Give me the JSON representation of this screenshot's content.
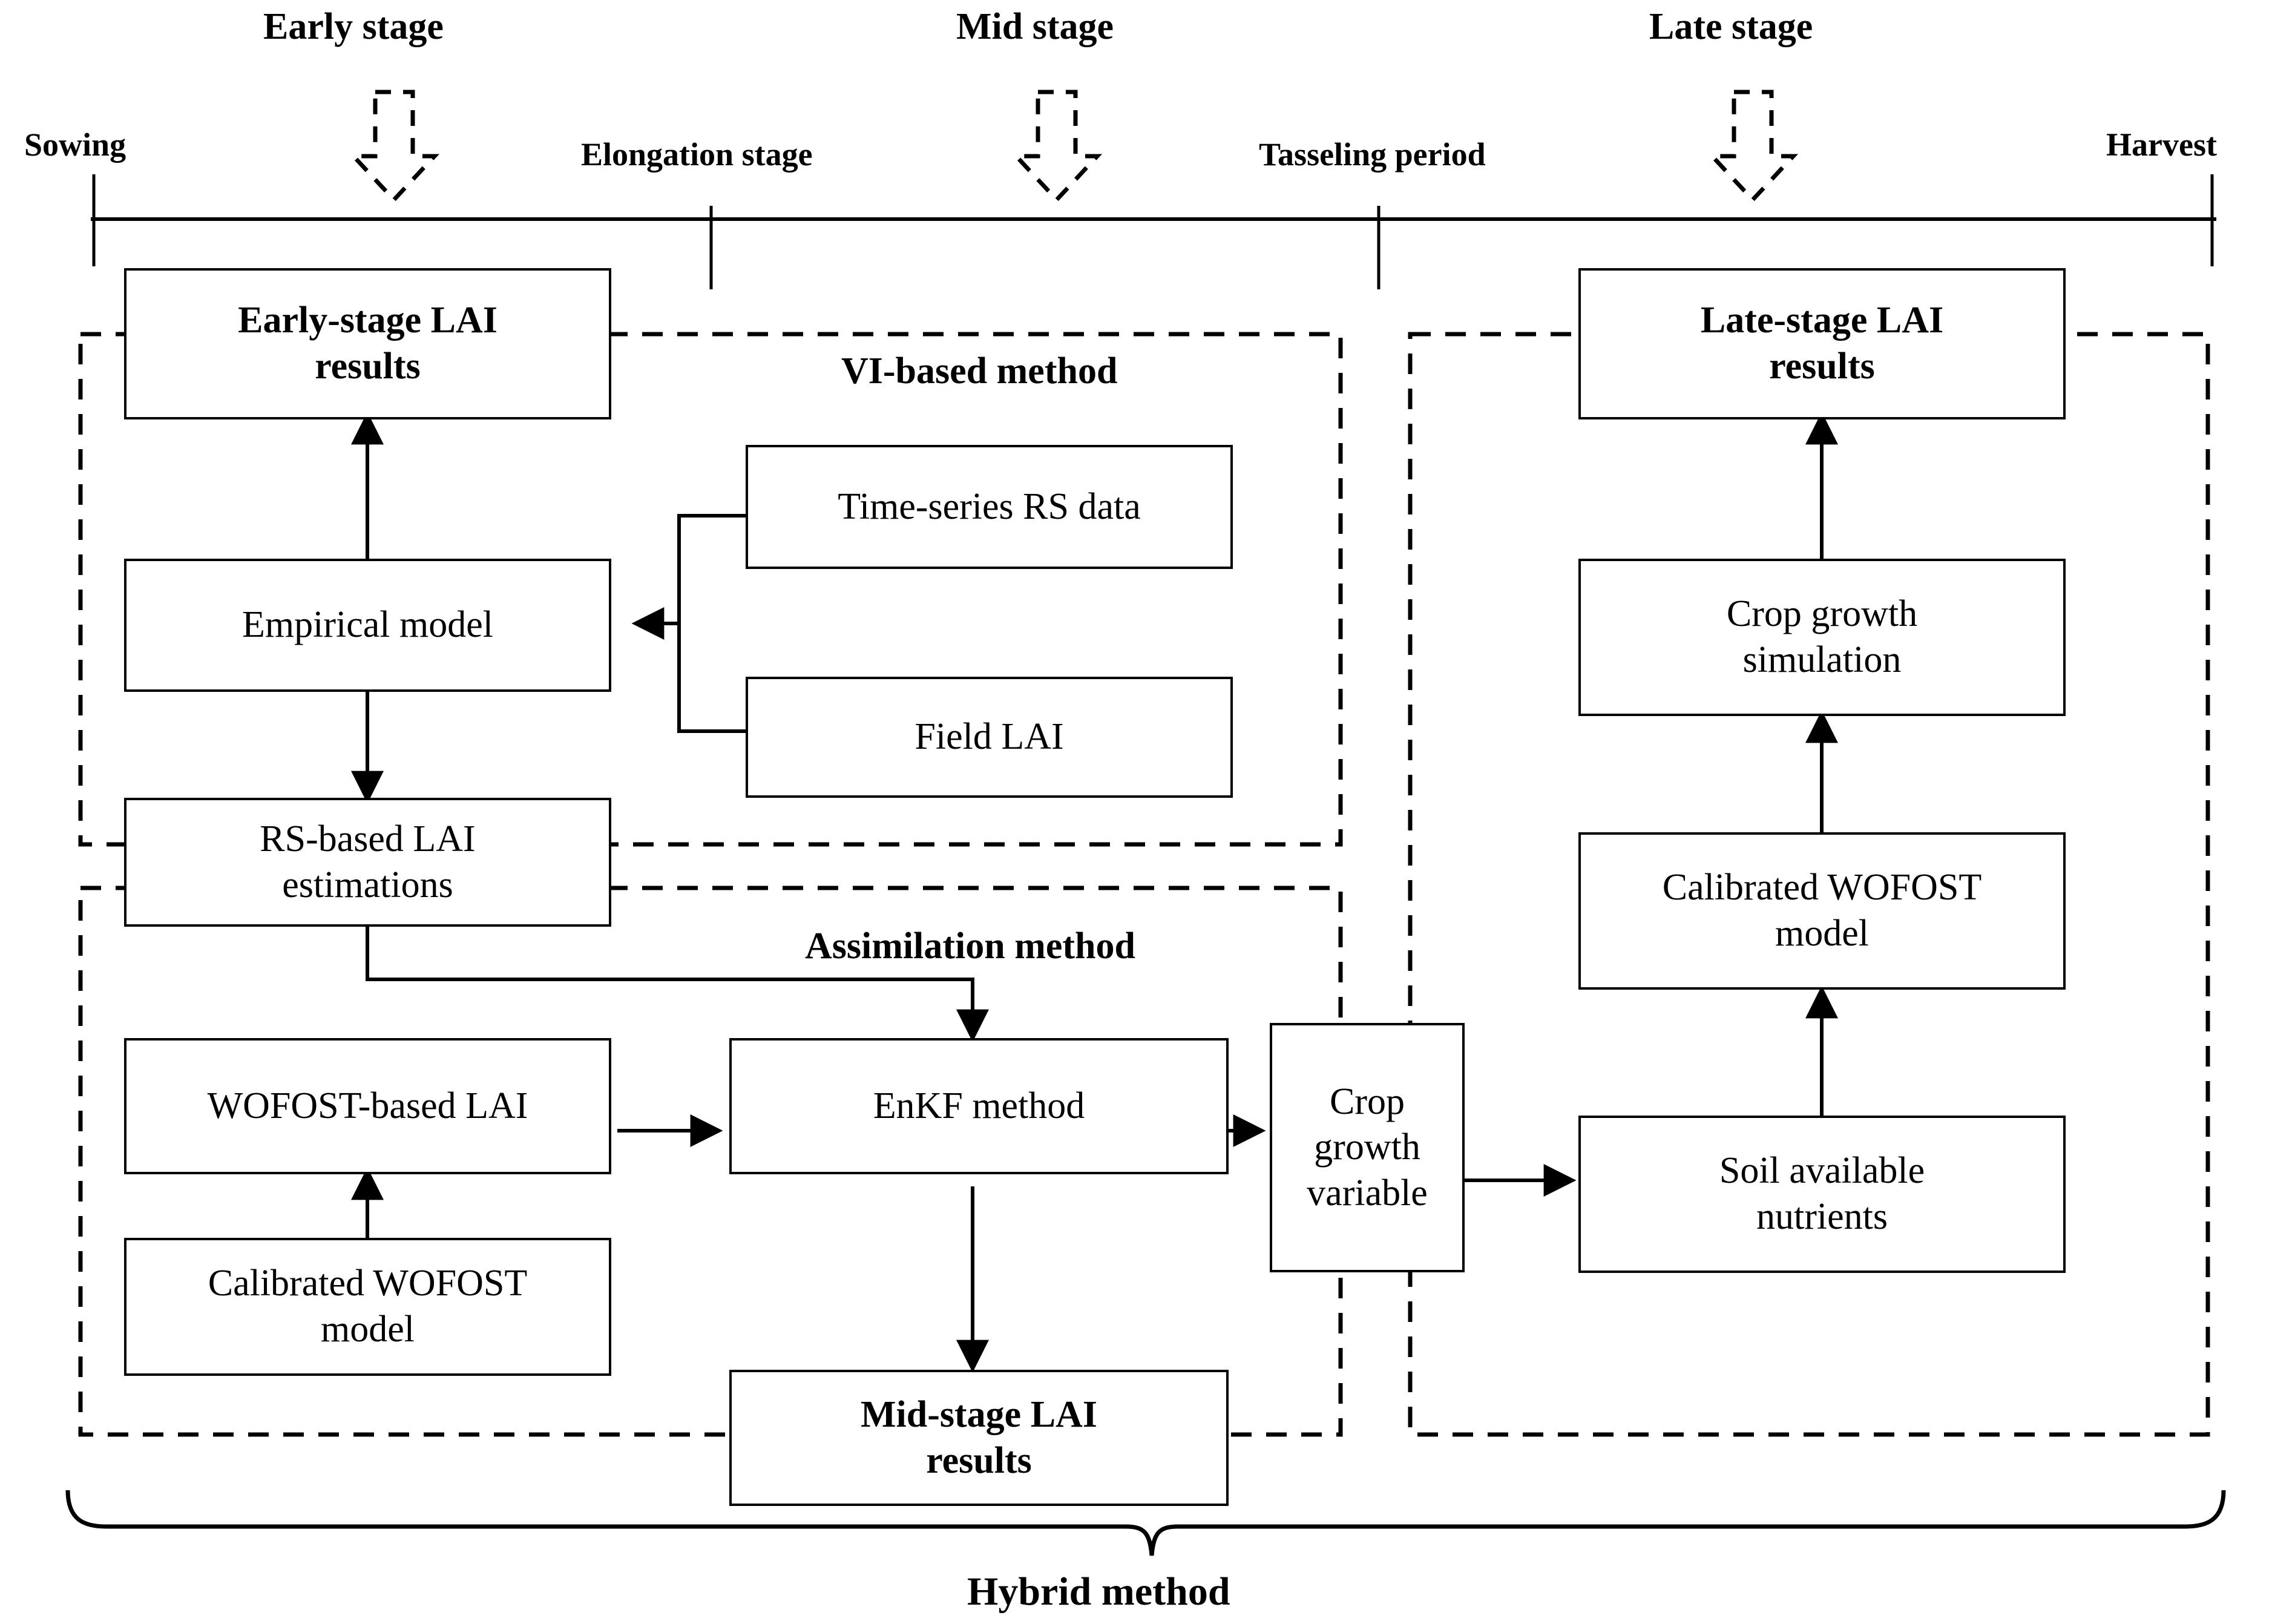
{
  "figure": {
    "type": "flowchart",
    "title": "Hybrid LAI estimation workflow across maize growth stages"
  },
  "timeline": {
    "stage_labels": [
      {
        "text": "Early stage"
      },
      {
        "text": "Mid stage"
      },
      {
        "text": "Late stage"
      }
    ],
    "tick_labels": [
      {
        "text": "Sowing"
      },
      {
        "text": "Elongation stage"
      },
      {
        "text": "Tasseling period"
      },
      {
        "text": "Harvest"
      }
    ]
  },
  "regions": [
    {
      "id": "vi",
      "label": "VI-based method"
    },
    {
      "id": "assimilation",
      "label": "Assimilation method"
    },
    {
      "id": "late",
      "label": ""
    }
  ],
  "boxes": {
    "early_stage_results": "Early-stage LAI\nresults",
    "late_stage_results": "Late-stage LAI\nresults",
    "empirical_model": "Empirical model",
    "time_series_rs": "Time-series RS data",
    "field_lai": "Field LAI",
    "rs_based_lai": "RS-based LAI\nestimations",
    "wofost_based_lai": "WOFOST-based LAI",
    "calibrated_wofost_left": "Calibrated WOFOST\nmodel",
    "enkf_method": "EnKF method",
    "mid_stage_results": "Mid-stage LAI\nresults",
    "crop_growth_variable": "Crop\ngrowth\nvariable",
    "crop_growth_simulation": "Crop growth\nsimulation",
    "calibrated_wofost_right": "Calibrated WOFOST\nmodel",
    "soil_available_nutrients": "Soil available\nnutrients"
  },
  "bottom_bracket": {
    "label": "Hybrid method"
  },
  "colors": {
    "stroke": "#000000",
    "background": "#ffffff"
  }
}
